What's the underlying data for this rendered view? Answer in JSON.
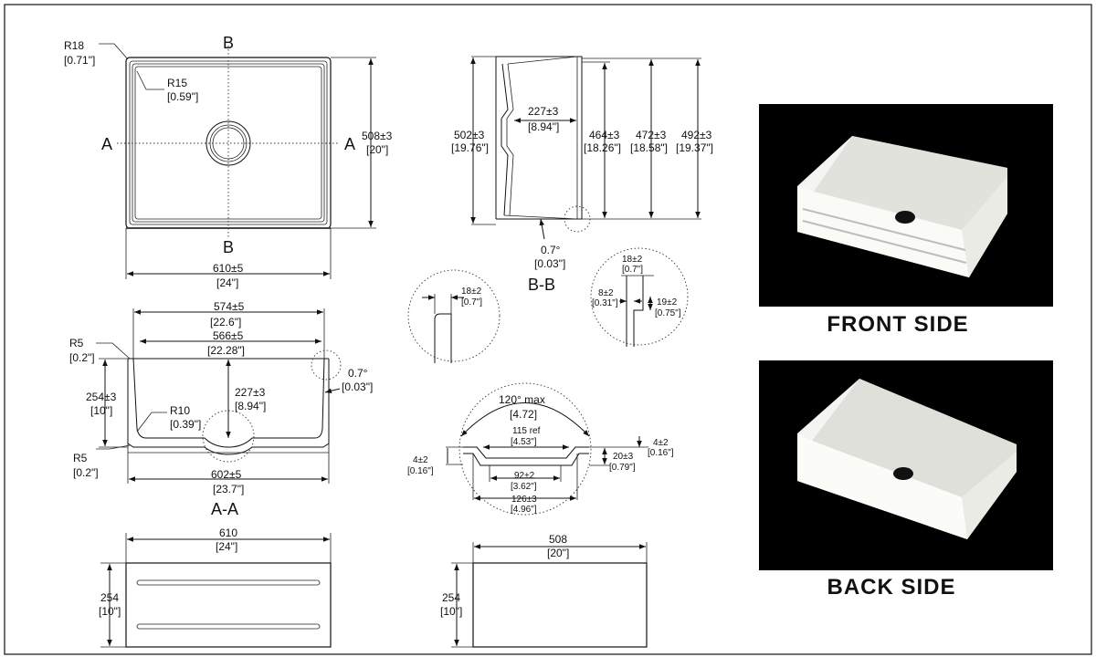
{
  "top_view": {
    "r18": "R18",
    "r18_in": "[0.71\"]",
    "r15": "R15",
    "r15_in": "[0.59\"]",
    "sec_b_top": "B",
    "sec_b_bottom": "B",
    "sec_a_left": "A",
    "sec_a_right": "A",
    "height": "508±3",
    "height_in": "[20\"]",
    "width": "610±5",
    "width_in": "[24\"]"
  },
  "section_bb": {
    "outer": "502±3",
    "outer_in": "[19.76\"]",
    "depth": "227±3",
    "depth_in": "[8.94\"]",
    "d464": "464±3",
    "d464_in": "[18.26\"]",
    "d472": "472±3",
    "d472_in": "[18.58\"]",
    "d492": "492±3",
    "d492_in": "[19.37\"]",
    "angle": "0.7°",
    "angle_in": "[0.03\"]",
    "title": "B-B"
  },
  "detail_wall": {
    "t": "18±2",
    "t_in": "[0.7\"]"
  },
  "detail_step": {
    "a": "18±2",
    "a_in": "[0.7\"]",
    "b": "8±2",
    "b_in": "[0.31\"]",
    "c": "19±2",
    "c_in": "[0.75\"]"
  },
  "section_aa": {
    "top_w": "574±5",
    "top_w_in": "[22.6\"]",
    "inner_w": "566±5",
    "inner_w_in": "[22.28\"]",
    "r5a": "R5",
    "r5a_in": "[0.2\"]",
    "angle": "0.7°",
    "angle_in": "[0.03\"]",
    "height": "254±3",
    "height_in": "[10\"]",
    "depth": "227±3",
    "depth_in": "[8.94\"]",
    "r10": "R10",
    "r10_in": "[0.39\"]",
    "r5b": "R5",
    "r5b_in": "[0.2\"]",
    "bottom_w": "602±5",
    "bottom_w_in": "[23.7\"]",
    "title": "A-A"
  },
  "drain_detail": {
    "angle": "120° max",
    "angle_in": "[4.72]",
    "ref": "115 ref",
    "ref_in": "[4.53\"]",
    "d4l": "4±2",
    "d4l_in": "[0.16\"]",
    "d4r": "4±2",
    "d4r_in": "[0.16\"]",
    "d20": "20±3",
    "d20_in": "[0.79\"]",
    "d92": "92±2",
    "d92_in": "[3.62\"]",
    "d126": "126±3",
    "d126_in": "[4.96\"]"
  },
  "front_view": {
    "w": "610",
    "w_in": "[24\"]",
    "h": "254",
    "h_in": "[10\"]"
  },
  "side_view": {
    "w": "508",
    "w_in": "[20\"]",
    "h": "254",
    "h_in": "[10\"]"
  },
  "photos": {
    "front_label": "FRONT  SIDE",
    "back_label": "BACK  SIDE"
  }
}
